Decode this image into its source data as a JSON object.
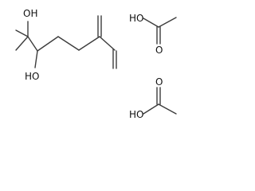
{
  "structure": {
    "main_molecule": {
      "labels": {
        "oh_top": "OH",
        "oh_bottom": "HO"
      }
    },
    "acetic_acid_top": {
      "labels": {
        "oh": "HO",
        "o": "O"
      }
    },
    "acetic_acid_bottom": {
      "labels": {
        "oh": "HO",
        "o": "O"
      }
    }
  },
  "colors": {
    "bond": "#3c3c3c",
    "text": "#111111",
    "background": "#ffffff"
  }
}
